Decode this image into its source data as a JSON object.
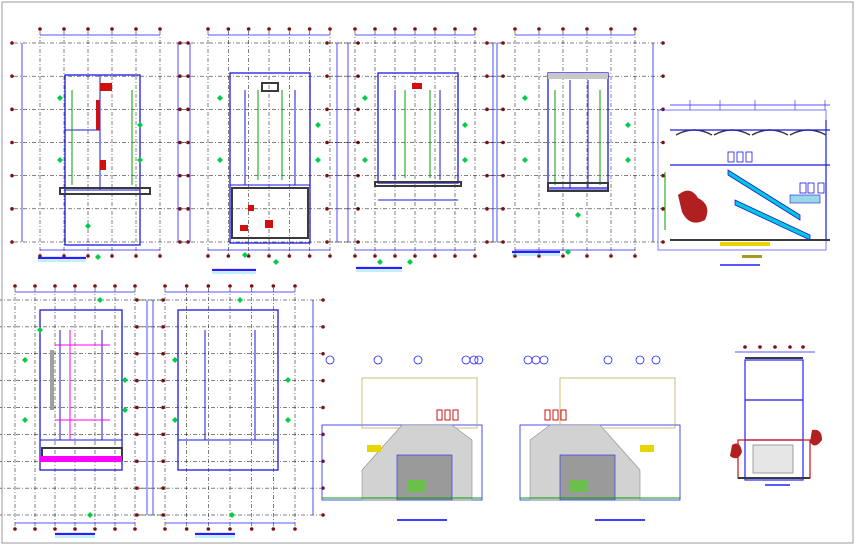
{
  "sheet": {
    "background": "#ffffff",
    "border_color": "#9a9a9a"
  },
  "palette": {
    "grid": "#000000",
    "dim": "#2222ff",
    "wall": "#1a1ae0",
    "struct": "#00a000",
    "marker": "#00cc44",
    "axis_bubble": "#7a1010",
    "wall_dark": "#3a3a3a",
    "rebar": "#ff00ff",
    "accent_red": "#d01010",
    "yellow": "#e8d400",
    "cyan": "#00c8d8",
    "hatch": "#8a8a8a",
    "mass": "#b02020",
    "olive": "#a89a20",
    "green_fill": "#6ac04a"
  },
  "panels": [
    {
      "id": "floor-plan-1",
      "kind": "plan"
    },
    {
      "id": "floor-plan-2",
      "kind": "plan"
    },
    {
      "id": "floor-plan-3",
      "kind": "plan"
    },
    {
      "id": "floor-plan-4",
      "kind": "plan"
    },
    {
      "id": "stair-section",
      "kind": "section"
    },
    {
      "id": "floor-plan-5",
      "kind": "plan"
    },
    {
      "id": "floor-plan-6",
      "kind": "plan"
    },
    {
      "id": "elevation-left",
      "kind": "elevation"
    },
    {
      "id": "elevation-right",
      "kind": "elevation"
    },
    {
      "id": "tower-section",
      "kind": "section"
    }
  ]
}
